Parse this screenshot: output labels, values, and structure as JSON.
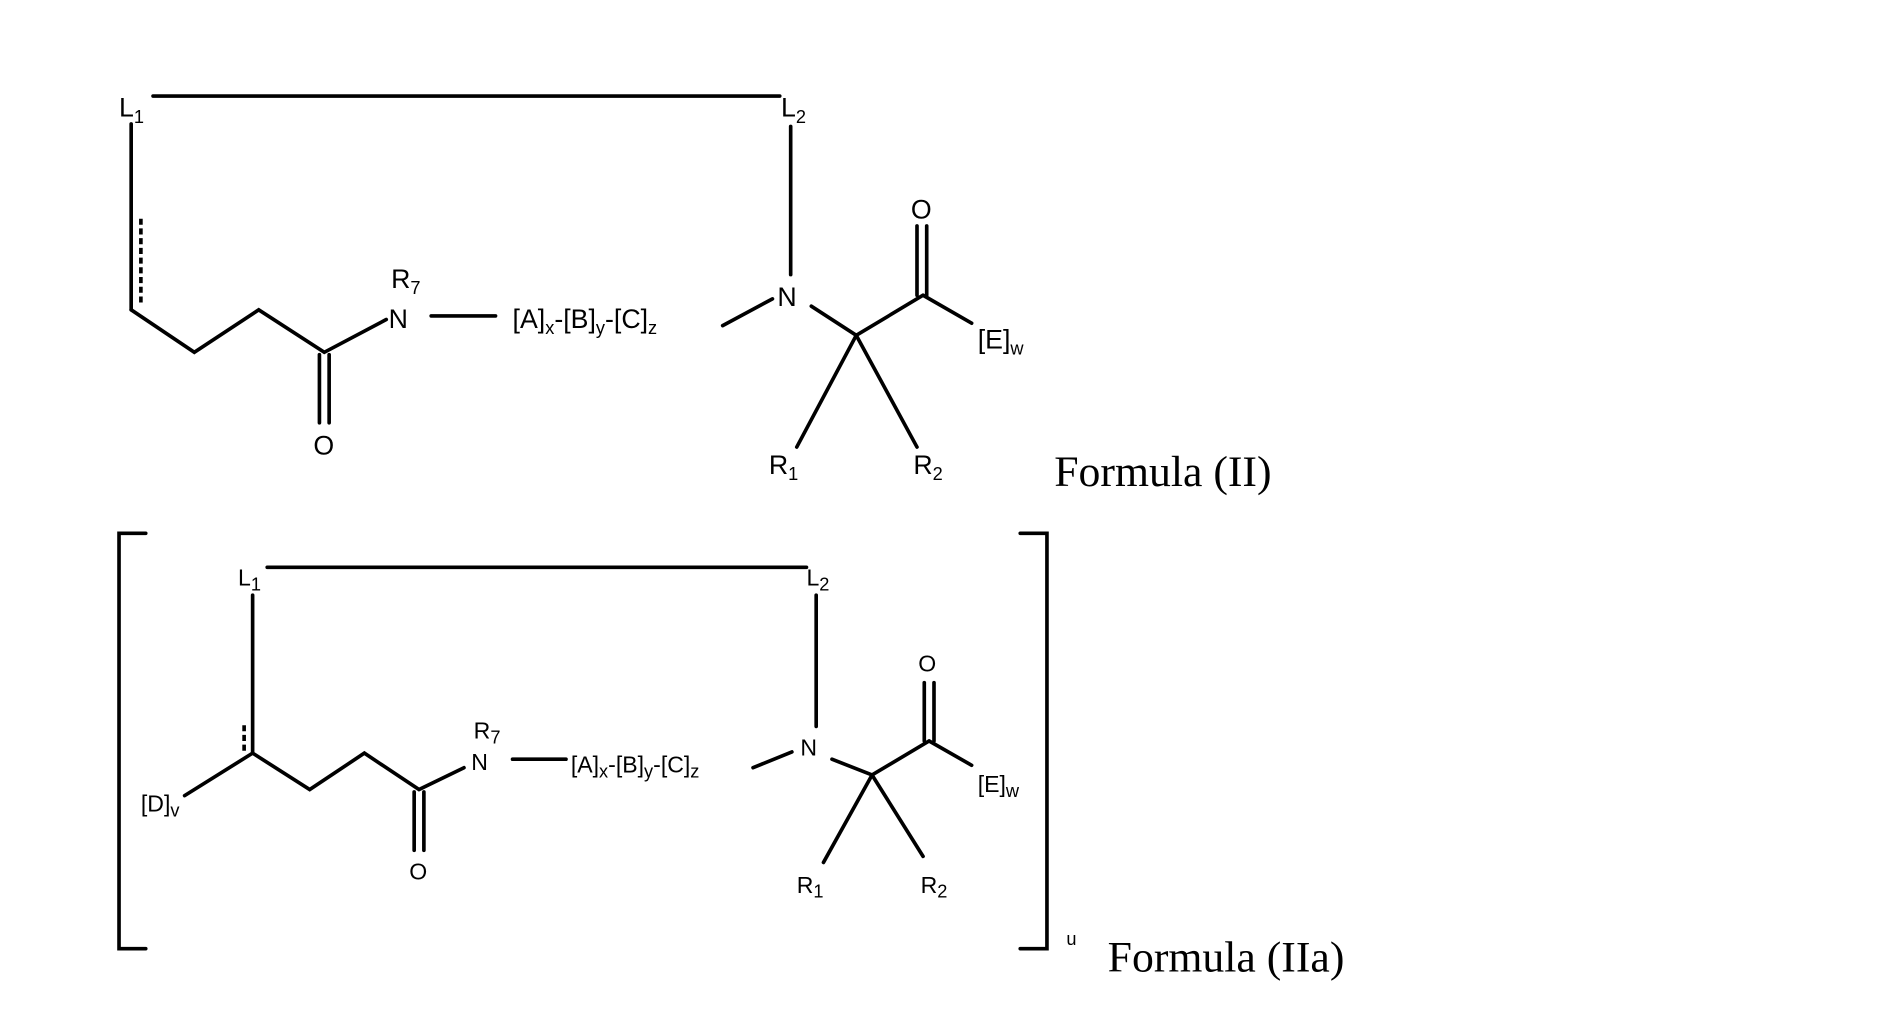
{
  "figure": {
    "background": "#ffffff",
    "ink": "#000000",
    "formula_ii": {
      "caption": "Formula (II)",
      "labels": {
        "l1": "L",
        "l1_sub": "1",
        "l2": "L",
        "l2_sub": "2",
        "n_amide": "N",
        "r7": "R",
        "r7_sub": "7",
        "linker_a": "[A]",
        "linker_a_sub": "x",
        "linker_b": "-[B]",
        "linker_b_sub": "y",
        "linker_c": "-[C]",
        "linker_c_sub": "z",
        "n_ring": "N",
        "o_top": "O",
        "o_bottom": "O",
        "e": "[E]",
        "e_sub": "w",
        "r1": "R",
        "r1_sub": "1",
        "r2": "R",
        "r2_sub": "2"
      }
    },
    "formula_iia": {
      "caption": "Formula (IIa)",
      "repeat_subscript": "u",
      "labels": {
        "l1": "L",
        "l1_sub": "1",
        "l2": "L",
        "l2_sub": "2",
        "d": "[D]",
        "d_sub": "v",
        "n_amide": "N",
        "r7": "R",
        "r7_sub": "7",
        "linker_a": "[A]",
        "linker_a_sub": "x",
        "linker_b": "-[B]",
        "linker_b_sub": "y",
        "linker_c": "-[C]",
        "linker_c_sub": "z",
        "n_ring": "N",
        "o_top": "O",
        "o_bottom": "O",
        "e": "[E]",
        "e_sub": "w",
        "r1": "R",
        "r1_sub": "1",
        "r2": "R",
        "r2_sub": "2"
      }
    }
  }
}
